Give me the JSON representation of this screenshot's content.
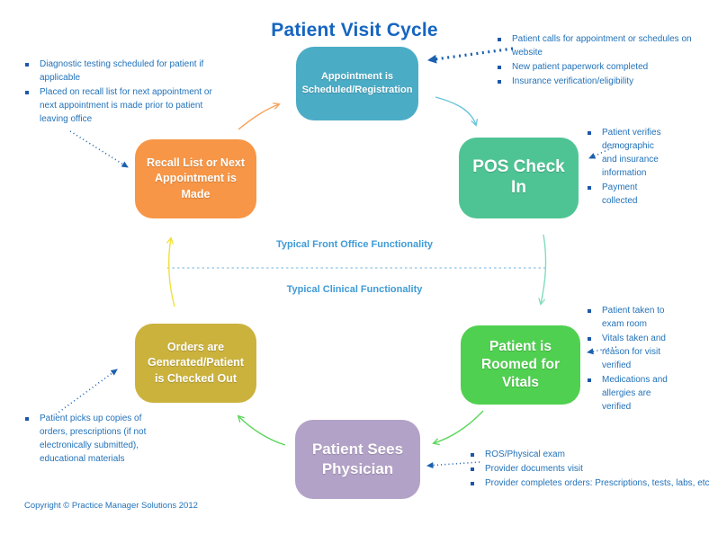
{
  "title": "Patient Visit Cycle",
  "copyright": "Copyright © Practice Manager Solutions 2012",
  "dividers": {
    "front_office_label": "Typical Front Office Functionality",
    "clinical_label": "Typical Clinical Functionality"
  },
  "stages": {
    "appointment": {
      "label": "Appointment is Scheduled/Registration",
      "color": "#4BACC6"
    },
    "pos_check_in": {
      "label": "POS Check In",
      "color": "#4EC494"
    },
    "roomed": {
      "label": "Patient is Roomed for Vitals",
      "color": "#50D050"
    },
    "physician": {
      "label": "Patient Sees Physician",
      "color": "#B3A2C7"
    },
    "orders": {
      "label": "Orders are Generated/Patient is Checked Out",
      "color": "#CBB23D"
    },
    "recall": {
      "label": "Recall List or Next Appointment is Made",
      "color": "#F79646"
    }
  },
  "notes": {
    "recall_notes": [
      "Diagnostic testing scheduled for patient if applicable",
      "Placed on recall list for next appointment or next appointment is made prior to patient leaving office"
    ],
    "scheduling": [
      "Patient calls for appointment or schedules on website",
      "New patient paperwork completed",
      "Insurance verification/eligibility"
    ],
    "check_in": [
      "Patient verifies demographic and insurance information",
      "Payment collected"
    ],
    "rooming": [
      "Patient taken to exam room",
      "Vitals taken and reason for visit verified",
      "Medications and allergies are verified"
    ],
    "physician_visit": [
      "ROS/Physical exam",
      "Provider documents visit",
      "Provider completes orders:  Prescriptions, tests, labs, etc."
    ],
    "checkout": [
      "Patient picks up copies of orders, prescriptions (if not electronically submitted), educational materials"
    ]
  },
  "colors": {
    "title_blue": "#1565C0",
    "note_text_blue": "#2272B9",
    "bullet_blue": "#1D58A8",
    "mid_label_blue": "#3F9BD7",
    "divider_blue": "#70B2DF",
    "dotted_arrow_blue": "#1C60AE",
    "arrow_teal": "#68C4DA",
    "arrow_mint": "#80DDBA",
    "arrow_green": "#5CD65C",
    "arrow_yellow": "#EFE13B",
    "arrow_orange": "#F7A055"
  }
}
